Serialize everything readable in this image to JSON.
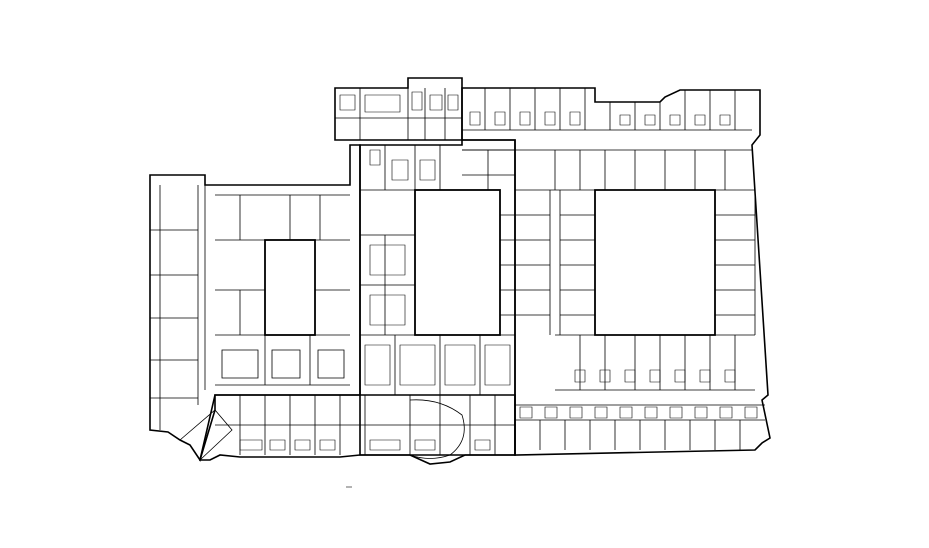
{
  "title": "",
  "drawing": {
    "type": "architectural-floor-plan",
    "line_color": "#000000",
    "background": "#ffffff",
    "regions": [
      {
        "name": "west-office-wing"
      },
      {
        "name": "central-office-block"
      },
      {
        "name": "north-projection"
      },
      {
        "name": "east-office-wing"
      },
      {
        "name": "south-office-band"
      }
    ],
    "courtyards": [
      {
        "name": "west-light-well"
      },
      {
        "name": "central-courtyard"
      },
      {
        "name": "east-courtyard"
      }
    ]
  }
}
